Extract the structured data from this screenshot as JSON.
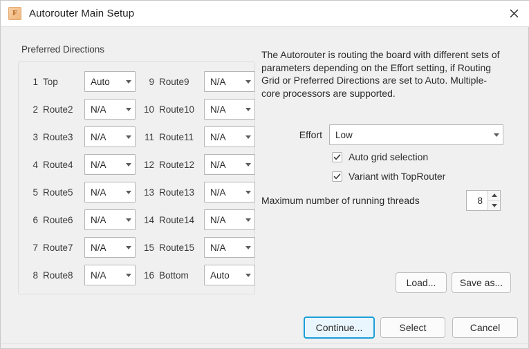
{
  "window": {
    "title": "Autorouter Main Setup",
    "icon": "F",
    "close_icon": "close-icon"
  },
  "preferred_directions": {
    "group_label": "Preferred Directions",
    "rows_left": [
      {
        "num": "1",
        "layer": "Top",
        "value": "Auto"
      },
      {
        "num": "2",
        "layer": "Route2",
        "value": "N/A"
      },
      {
        "num": "3",
        "layer": "Route3",
        "value": "N/A"
      },
      {
        "num": "4",
        "layer": "Route4",
        "value": "N/A"
      },
      {
        "num": "5",
        "layer": "Route5",
        "value": "N/A"
      },
      {
        "num": "6",
        "layer": "Route6",
        "value": "N/A"
      },
      {
        "num": "7",
        "layer": "Route7",
        "value": "N/A"
      },
      {
        "num": "8",
        "layer": "Route8",
        "value": "N/A"
      }
    ],
    "rows_right": [
      {
        "num": "9",
        "layer": "Route9",
        "value": "N/A"
      },
      {
        "num": "10",
        "layer": "Route10",
        "value": "N/A"
      },
      {
        "num": "11",
        "layer": "Route11",
        "value": "N/A"
      },
      {
        "num": "12",
        "layer": "Route12",
        "value": "N/A"
      },
      {
        "num": "13",
        "layer": "Route13",
        "value": "N/A"
      },
      {
        "num": "14",
        "layer": "Route14",
        "value": "N/A"
      },
      {
        "num": "15",
        "layer": "Route15",
        "value": "N/A"
      },
      {
        "num": "16",
        "layer": "Bottom",
        "value": "Auto"
      }
    ]
  },
  "info": {
    "description": "The Autorouter is routing the board with different sets of parameters depending on the Effort setting, if Routing Grid or Preferred Directions are set to Auto. Multiple-core processors are supported."
  },
  "settings": {
    "effort_label": "Effort",
    "effort_value": "Low",
    "auto_grid_label": "Auto grid selection",
    "auto_grid_checked": true,
    "toprouter_label": "Variant with TopRouter",
    "toprouter_checked": true,
    "threads_label": "Maximum number of running threads",
    "threads_value": "8"
  },
  "buttons": {
    "load": "Load...",
    "save_as": "Save as...",
    "continue": "Continue...",
    "select": "Select",
    "cancel": "Cancel"
  },
  "colors": {
    "accent": "#1a9fd9",
    "window_bg": "#f0f0f0",
    "titlebar_bg": "#ffffff",
    "field_bg": "#ffffff",
    "border": "#b5b5b5"
  }
}
